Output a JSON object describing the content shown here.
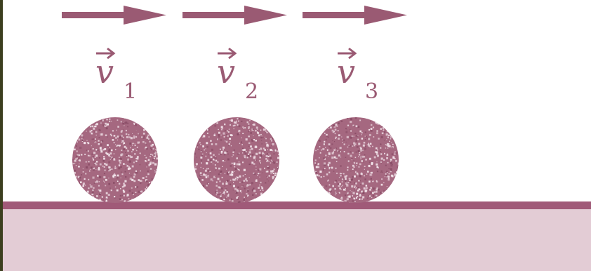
{
  "colors": {
    "accent": "#9a5a73",
    "ground_fill": "#e3ccd5",
    "ground_line": "#a05a78",
    "ball": "#a56880",
    "ball_speckle": "#f3e6ec",
    "left_edge": "#3c3f1f",
    "background": "#ffffff"
  },
  "balls": [
    {
      "symbol": "v",
      "subscript": "1",
      "icon": "right-arrow"
    },
    {
      "symbol": "v",
      "subscript": "2",
      "icon": "right-arrow"
    },
    {
      "symbol": "v",
      "subscript": "3",
      "icon": "right-arrow"
    }
  ]
}
